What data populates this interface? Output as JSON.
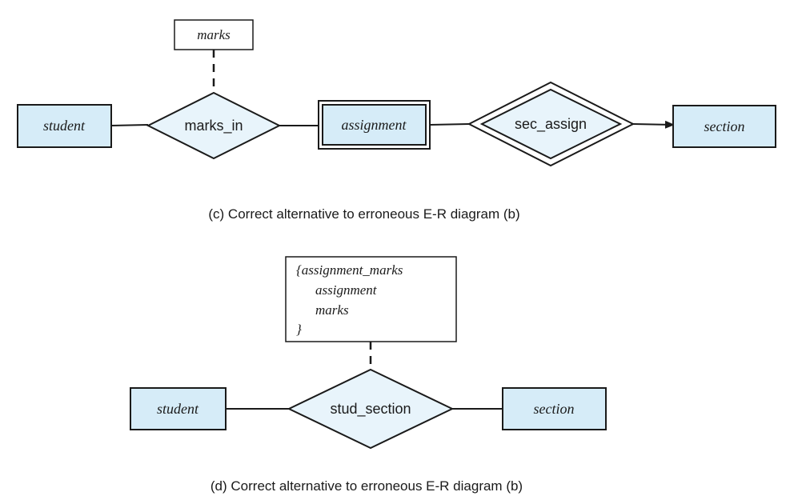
{
  "diagram_c": {
    "attribute_label": "marks",
    "entity_student": "student",
    "relationship_marks_in": "marks_in",
    "weak_entity_assignment": "assignment",
    "identifying_relationship": "sec_assign",
    "entity_section": "section",
    "caption": "(c) Correct alternative to erroneous E-R diagram (b)"
  },
  "diagram_d": {
    "attribute_lines": [
      "{assignment_marks",
      "assignment",
      "marks",
      "}"
    ],
    "entity_student": "student",
    "relationship": "stud_section",
    "entity_section": "section",
    "caption": "(d) Correct alternative to erroneous E-R diagram (b)"
  },
  "colors": {
    "entity_fill": "#d6ecf8",
    "relationship_fill": "#e8f4fb",
    "stroke": "#1a1a1a"
  }
}
